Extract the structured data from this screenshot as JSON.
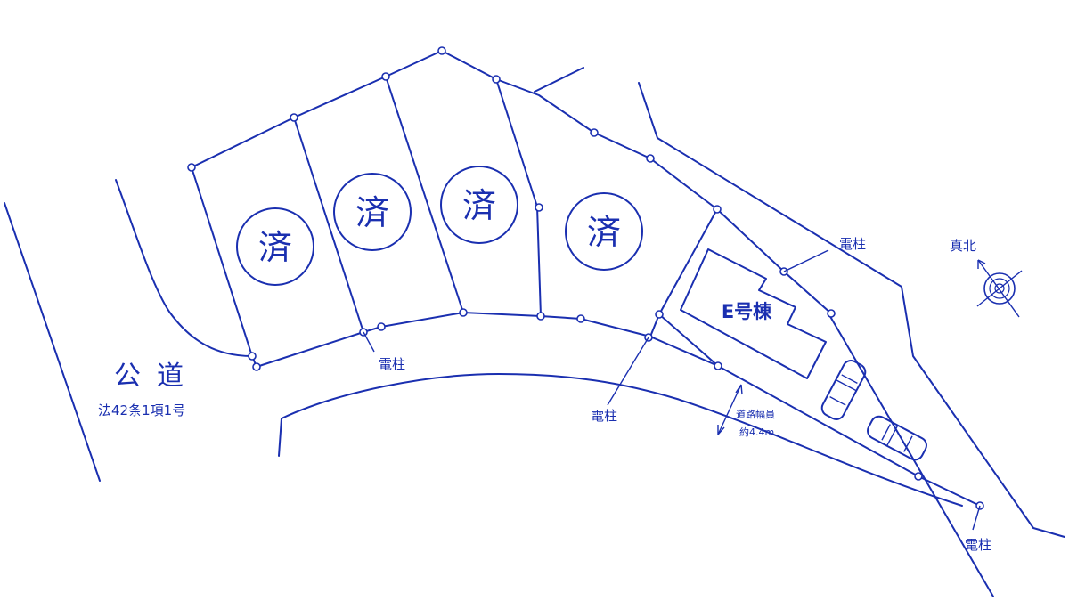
{
  "lots": [
    {
      "label": "済"
    },
    {
      "label": "済"
    },
    {
      "label": "済"
    },
    {
      "label": "済"
    }
  ],
  "house_label": "E号棟",
  "public_road": {
    "name": "公道",
    "law_note": "法42条1項1号"
  },
  "utility_poles": [
    "電柱",
    "電柱",
    "電柱",
    "電柱"
  ],
  "road_width": {
    "label": "道路幅員",
    "value": "約4.4m"
  },
  "north_label": "真北",
  "colors": {
    "line": "#1a2fb0",
    "background": "#ffffff"
  }
}
